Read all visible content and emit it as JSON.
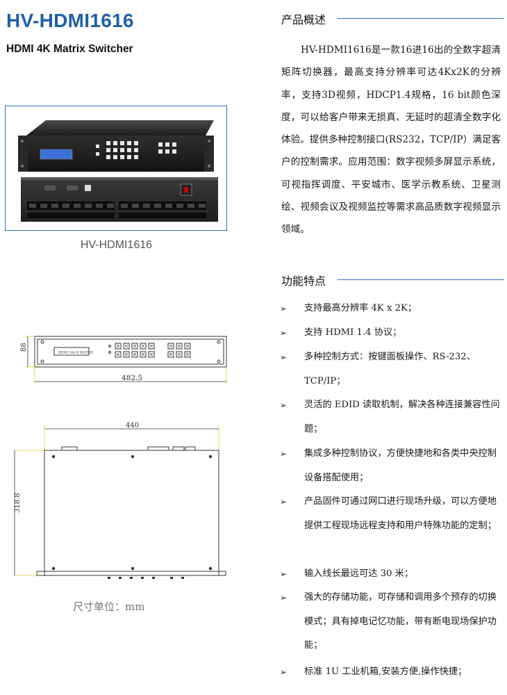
{
  "header": {
    "title": "HV-HDMI1616",
    "subtitle": "HDMI 4K Matrix Switcher"
  },
  "photo": {
    "caption": "HV-HDMI1616"
  },
  "drawing": {
    "front_height": "88",
    "front_width": "482.5",
    "top_width": "440",
    "top_depth": "318.8",
    "front_panel_label": "HDMI 16x16 MATRIX",
    "unit": "尺寸单位：mm"
  },
  "overview": {
    "heading": "产品概述",
    "text": "HV-HDMI1616是一款16进16出的全数字超清矩阵切换器，最高支持分辨率可达4Kx2K的分辨率，支持3D视频，HDCP1.4规格，16 bit颜色深度，可以给客户带来无损真、无延时的超清全数字化体验。提供多种控制接口(RS232，TCP/IP）满足客户的控制需求。应用范围：数字视频多屏显示系统，可视指挥调度、平安城市、医学示教系统、卫星测绘、视频会议及视频监控等需求高品质数字视频显示领域。"
  },
  "features": {
    "heading": "功能特点",
    "bullet": "➢",
    "items": [
      "支持最高分辨率 4K x 2K；",
      "支持 HDMI 1.4 协议；",
      "多种控制方式：按键面板操作、RS-232、TCP/IP；",
      "灵活的 EDID 读取机制，解决各种连接兼容性问题；",
      "集成多种控制协议，方便快捷地和各类中央控制设备搭配使用；",
      "产品固件可通过网口进行现场升级，可以方便地提供工程现场远程支持和用户特殊功能的定制；",
      "输入线长最远可达 30 米；",
      "强大的存储功能，可存储和调用多个预存的切换模式；具有掉电记忆功能，带有断电现场保护功能；",
      "标准 1U 工业机箱,安装方便,操作快捷；"
    ]
  }
}
